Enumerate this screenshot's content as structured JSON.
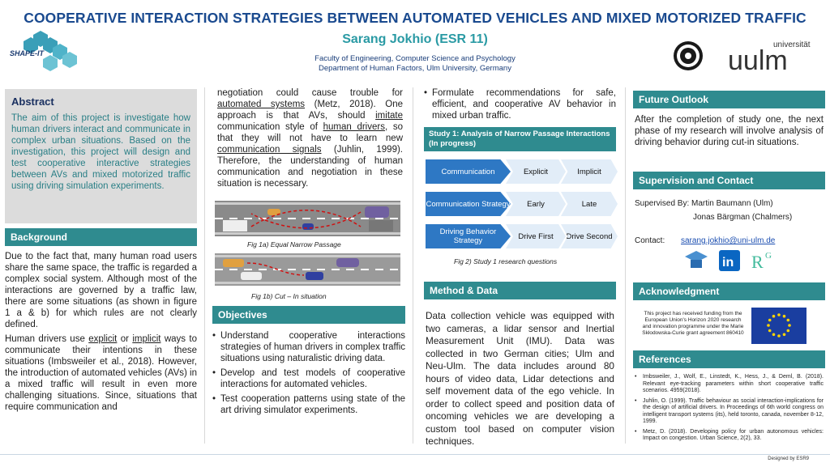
{
  "header": {
    "title": "COOPERATIVE INTERACTION STRATEGIES BETWEEN AUTOMATED VEHICLES  AND MIXED MOTORIZED TRAFFIC",
    "author": "Sarang Jokhio (ESR 11)",
    "affiliation_1": "Faculty of Engineering, Computer Science and Psychology",
    "affiliation_2": "Department of Human Factors, Ulm University, Germany",
    "logo_left": "SHAPE-IT",
    "logo_right_small": "universität",
    "logo_right_big": "uulm"
  },
  "abstract": {
    "heading": "Abstract",
    "text": "The aim of this project is investigate how human drivers interact and communicate in complex urban situations. Based on the investigation, this project will design and test cooperative interactive strategies between AVs and mixed motorized traffic using driving simulation experiments."
  },
  "background": {
    "heading": "Background",
    "p1": "Due to the fact that, many human road users share the same space, the traffic is regarded a complex social system. Although most of the interactions are governed by a traffic law, there are some situations (as shown in figure 1 a & b) for which rules are not clearly defined.",
    "p2_a": "Human drivers use ",
    "p2_explicit": "explicit",
    "p2_or": " or ",
    "p2_implicit": "implicit",
    "p2_b": " ways to communicate their intentions in these situations (Imbsweiler et al., 2018). However, the introduction of automated vehicles (AVs) in a mixed traffic will result in even more challenging situations. Since, situations that require communication and"
  },
  "middle": {
    "p_a": "negotiation could cause trouble for ",
    "p_auto": "automated systems",
    "p_b": " (Metz, 2018). One approach is that AVs, should ",
    "p_imitate": "imitate",
    "p_c": " communication style of ",
    "p_human": "human drivers",
    "p_d": ", so that they will not have to learn new ",
    "p_signals": "communication signals",
    "p_e": " (Juhlin, 1999). Therefore, the understanding of human communication and negotiation in these situation is necessary.",
    "fig1a": "Fig 1a) Equal Narrow Passage",
    "fig1b": "Fig 1b) Cut – In situation"
  },
  "objectives": {
    "heading": "Objectives",
    "items": [
      "Understand cooperative interactions strategies of human drivers in complex traffic situations using naturalistic driving data.",
      "Develop and test models of cooperative interactions for automated vehicles.",
      "Test cooperation patterns using state of the art driving simulator experiments."
    ]
  },
  "col3": {
    "bullet": "Formulate recommendations for safe, efficient, and cooperative AV behavior in mixed urban traffic.",
    "study_heading": "Study 1: Analysis of Narrow Passage Interactions (In progress)",
    "rows": [
      {
        "label": "Communication",
        "a": "Explicit",
        "b": "Implicit"
      },
      {
        "label": "Communication Strategy",
        "a": "Early",
        "b": "Late"
      },
      {
        "label": "Driving Behavior Strategy",
        "a": "Drive First",
        "b": "Drive Second"
      }
    ],
    "fig2": "Fig 2) Study 1 research questions",
    "method_heading": "Method & Data",
    "method_text": "Data collection vehicle was equipped with two cameras, a lidar sensor and Inertial Measurement Unit (IMU). Data was collected in two German cities; Ulm and Neu-Ulm. The data includes around 80 hours of video data, Lidar detections and self movement data of the ego vehicle. In order to collect speed and position data of oncoming vehicles we are developing  a custom tool based on computer vision techniques."
  },
  "col4": {
    "future_heading": "Future Outlook",
    "future_text": "After the completion of study one, the next phase of my research will involve analysis of driving behavior during cut-in situations.",
    "supervision_heading": "Supervision and Contact",
    "supervised_by": "Supervised By: Martin Baumann (Ulm)",
    "supervisor_2": "Jonas Bärgman (Chalmers)",
    "contact_label": "Contact:",
    "contact_email": "sarang.jokhio@uni-ulm.de",
    "ack_heading": "Acknowledgment",
    "ack_text": "This project has received funding from the European Union's Horizon 2020 research and innovation programme under the Marie Skłodowska-Curie grant agreement 860410",
    "refs_heading": "References",
    "refs": [
      "Imbsweiler, J., Wolf, E., Linstedt, K., Hess, J., & Deml, B. (2018). Relevant eye-tracking parameters within short cooperative traffic scenarios. 4959(2018).",
      "Juhlin, O. (1999). Traffic behaviour as social interaction-implications for the design of artificial drivers. In Proceedings of 6th world congress on intelligent transport systems (its), held toronto, canada, november 8-12, 1999.",
      "Metz, D. (2018). Developing policy for urban autonomous vehicles: Impact on congestion. Urban Science, 2(2), 33."
    ]
  },
  "footer": {
    "text": "Designed by ESR9"
  },
  "colors": {
    "teal": "#2f8b8f",
    "title_blue": "#1a4a8f",
    "author_teal": "#2a9aa4",
    "chevron_blue": "#2e78c4"
  }
}
